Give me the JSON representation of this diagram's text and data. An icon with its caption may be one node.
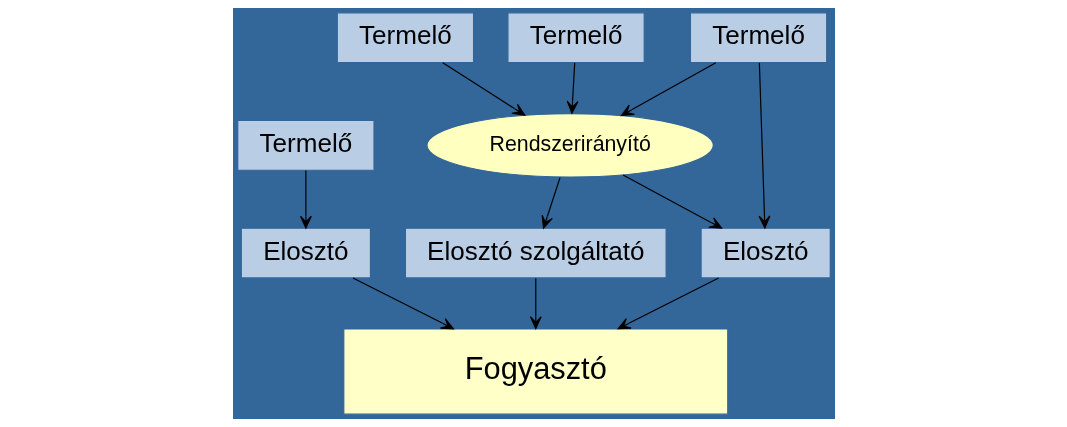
{
  "diagram": {
    "nodes": [
      {
        "text": [
          "Termelő"
        ]
      },
      {
        "text": [
          "Termelő"
        ]
      },
      {
        "text": [
          "Termelő"
        ]
      },
      {
        "text": [
          "Termelő"
        ]
      },
      {
        "text": [
          "Rendszerirányító"
        ]
      },
      {
        "text": [
          "Elosztó"
        ]
      },
      {
        "text": [
          "Elosztó"
        ]
      },
      {
        "text": [
          "Elosztó szolgáltató"
        ]
      },
      {
        "text": [
          "Fogyasztó"
        ]
      }
    ],
    "edges": [
      {
        "from": 0,
        "to": 5,
        "arrow": "to"
      },
      {
        "from": 1,
        "to": 4,
        "arrow": "to"
      },
      {
        "from": 1,
        "to": 6,
        "arrow": "to"
      },
      {
        "from": 2,
        "to": 4,
        "arrow": "to"
      },
      {
        "from": 3,
        "to": 4,
        "arrow": "to"
      },
      {
        "from": 4,
        "to": 6,
        "arrow": "to"
      },
      {
        "from": 4,
        "to": 7,
        "arrow": "to"
      },
      {
        "from": 5,
        "to": 8,
        "arrow": "to"
      },
      {
        "from": 6,
        "to": 8,
        "arrow": "to"
      },
      {
        "from": 7,
        "to": 8,
        "arrow": "to"
      }
    ]
  }
}
